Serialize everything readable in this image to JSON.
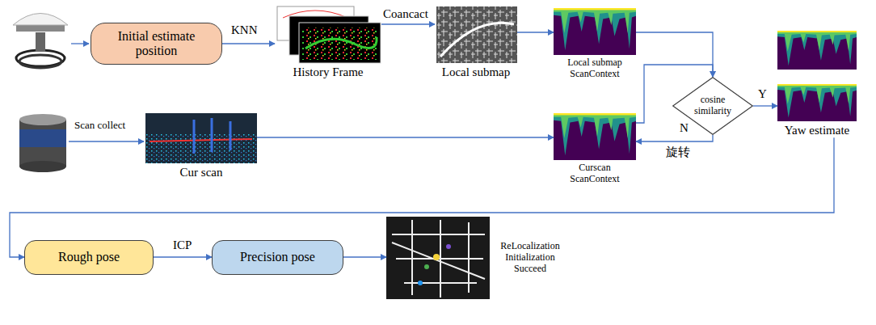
{
  "diagram": {
    "nodes": [
      {
        "text": [
          "Initial estimate position"
        ]
      },
      {
        "text": [
          "History Frame"
        ]
      },
      {
        "text": [
          "Local submap"
        ]
      },
      {
        "text": [
          "Local submap ScanContext"
        ]
      },
      {
        "text": [
          "cosine similarity"
        ]
      },
      {
        "text": [
          "Yaw estimate"
        ]
      },
      {
        "text": [
          "Cur scan"
        ]
      },
      {
        "text": [
          "Curscan ScanContext"
        ]
      },
      {
        "text": [
          "Rough pose"
        ]
      },
      {
        "text": [
          "Precision pose"
        ]
      },
      {
        "text": [
          "ReLocalization Initialization Succeed"
        ]
      }
    ],
    "edges": [
      {
        "from": 0,
        "to": 1,
        "label": "KNN",
        "arrow": "to"
      },
      {
        "from": 1,
        "to": 2,
        "label": "Coancact",
        "arrow": "to"
      },
      {
        "from": 2,
        "to": 3,
        "arrow": "to"
      },
      {
        "from": 3,
        "to": 4,
        "arrow": "to"
      },
      {
        "from": 4,
        "to": 5,
        "label": "Y",
        "arrow": "to"
      },
      {
        "from": 4,
        "to": 7,
        "label": "N",
        "arrow": "to"
      },
      {
        "from": 6,
        "to": 7,
        "arrow": "to"
      },
      {
        "from": 7,
        "to": 4,
        "arrow": "to"
      },
      {
        "from": 5,
        "to": 8,
        "arrow": "to"
      },
      {
        "from": 8,
        "to": 9,
        "label": "ICP",
        "arrow": "to"
      },
      {
        "from": 9,
        "to": 10,
        "arrow": "to"
      }
    ],
    "labels": [
      "Scan collect",
      "旋转"
    ]
  }
}
